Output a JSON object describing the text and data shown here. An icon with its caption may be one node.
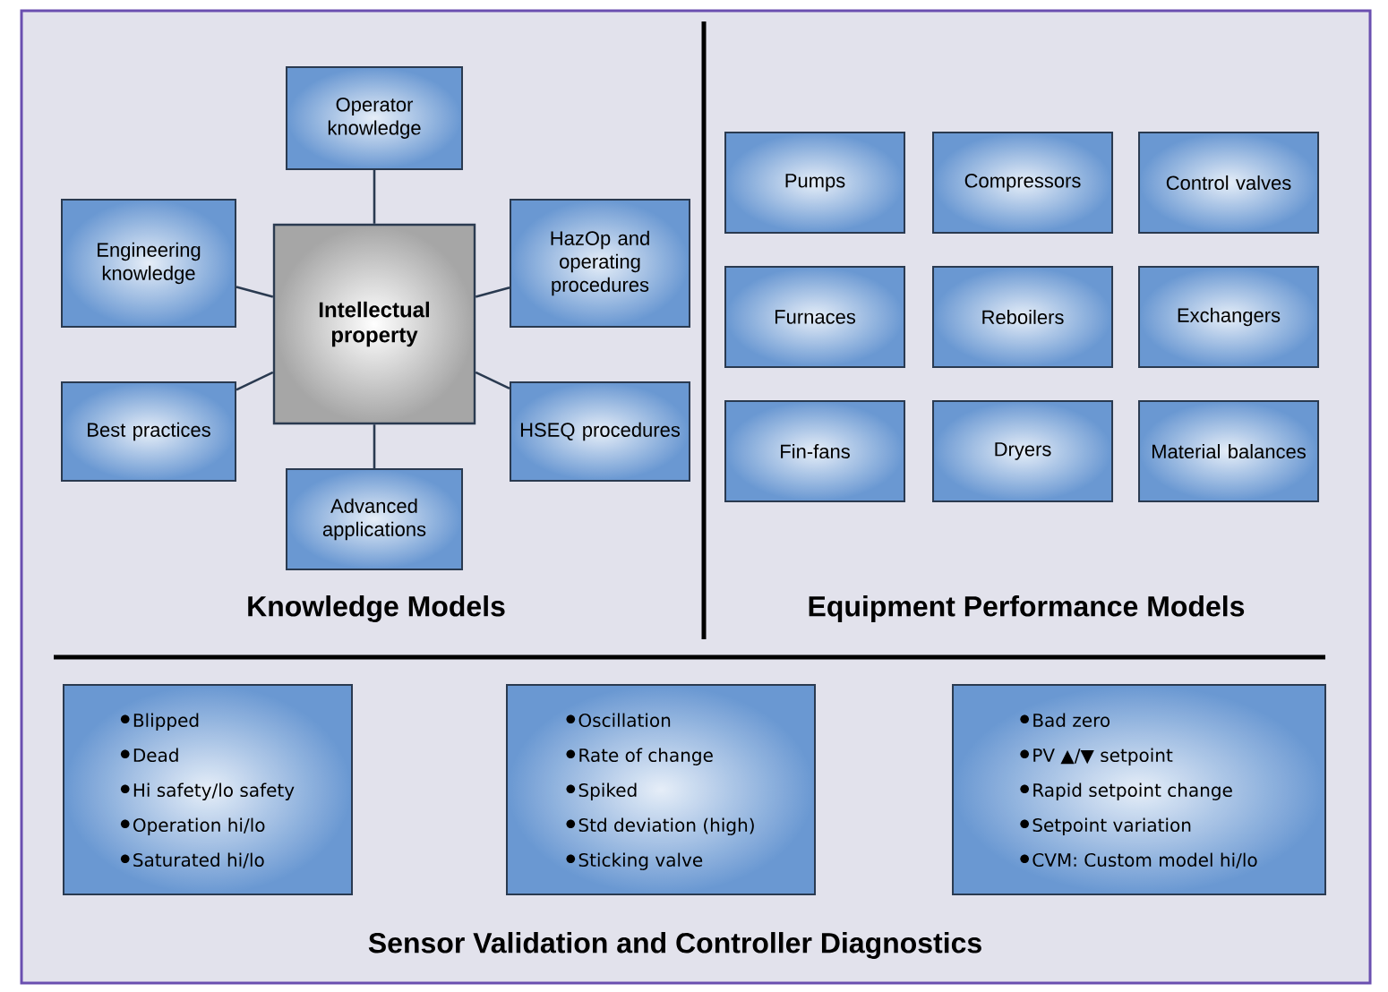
{
  "diagram": {
    "nodes": [
      {
        "text": [
          "Intellectual property"
        ]
      },
      {
        "text": [
          "Operator knowledge"
        ]
      },
      {
        "text": [
          "Engineering knowledge"
        ]
      },
      {
        "text": [
          "HazOp and operating procedures"
        ]
      },
      {
        "text": [
          "Best practices"
        ]
      },
      {
        "text": [
          "HSEQ procedures"
        ]
      },
      {
        "text": [
          "Advanced applications"
        ]
      },
      {
        "text": [
          "Pumps"
        ]
      },
      {
        "text": [
          "Compressors"
        ]
      },
      {
        "text": [
          "Control valves"
        ]
      },
      {
        "text": [
          "Furnaces"
        ]
      },
      {
        "text": [
          "Reboilers"
        ]
      },
      {
        "text": [
          "Exchangers"
        ]
      },
      {
        "text": [
          "Fin-fans"
        ]
      },
      {
        "text": [
          "Dryers"
        ]
      },
      {
        "text": [
          "Material balances"
        ]
      },
      {
        "text": [
          "Blipped",
          "Dead",
          "Hi safety/lo safety",
          "Operation hi/lo",
          "Saturated hi/lo"
        ]
      },
      {
        "text": [
          "Oscillation",
          "Rate of change",
          "Spiked",
          "Std deviation (high)",
          "Sticking valve"
        ]
      },
      {
        "text": [
          "Bad zero",
          "PV ▲/▼ setpoint",
          "Rapid setpoint change",
          "Setpoint variation",
          "CVM: Custom model hi/lo"
        ]
      }
    ],
    "edges": [
      {
        "from": 0,
        "to": 1,
        "arrow": "none"
      },
      {
        "from": 0,
        "to": 2,
        "arrow": "none"
      },
      {
        "from": 0,
        "to": 3,
        "arrow": "none"
      },
      {
        "from": 0,
        "to": 4,
        "arrow": "none"
      },
      {
        "from": 0,
        "to": 5,
        "arrow": "none"
      },
      {
        "from": 0,
        "to": 6,
        "arrow": "none"
      }
    ],
    "labels": [
      "Knowledge Models",
      "Equipment Performance Models",
      "Sensor Validation and Controller Diagnostics"
    ]
  }
}
